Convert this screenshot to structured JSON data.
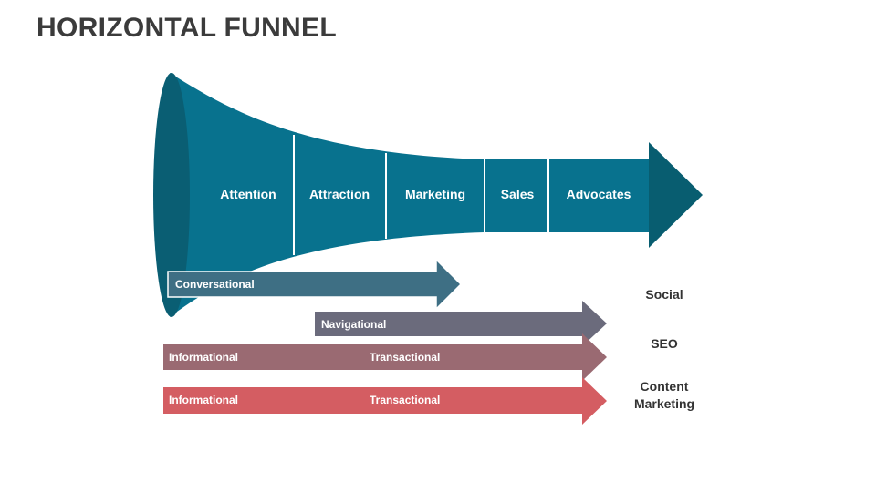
{
  "title": "HORIZONTAL FUNNEL",
  "funnel": {
    "stages": [
      "Attention",
      "Attraction",
      "Marketing",
      "Sales",
      "Advocates"
    ]
  },
  "arrows": [
    {
      "labels": [
        "Conversational"
      ],
      "color": "#3e6f84"
    },
    {
      "labels": [
        "Navigational"
      ],
      "color": "#6b6b7c"
    },
    {
      "labels": [
        "Informational",
        "Transactional"
      ],
      "color": "#9a6a72"
    },
    {
      "labels": [
        "Informational",
        "Transactional"
      ],
      "color": "#d45d62"
    }
  ],
  "side_labels": [
    "Social",
    "SEO",
    "Content",
    "Marketing"
  ],
  "colors": {
    "funnel_body": "#08728e",
    "funnel_mouth": "#0a5e73",
    "arrow_head": "#085d70",
    "divider": "#ffffff",
    "title": "#3b3b3b"
  }
}
